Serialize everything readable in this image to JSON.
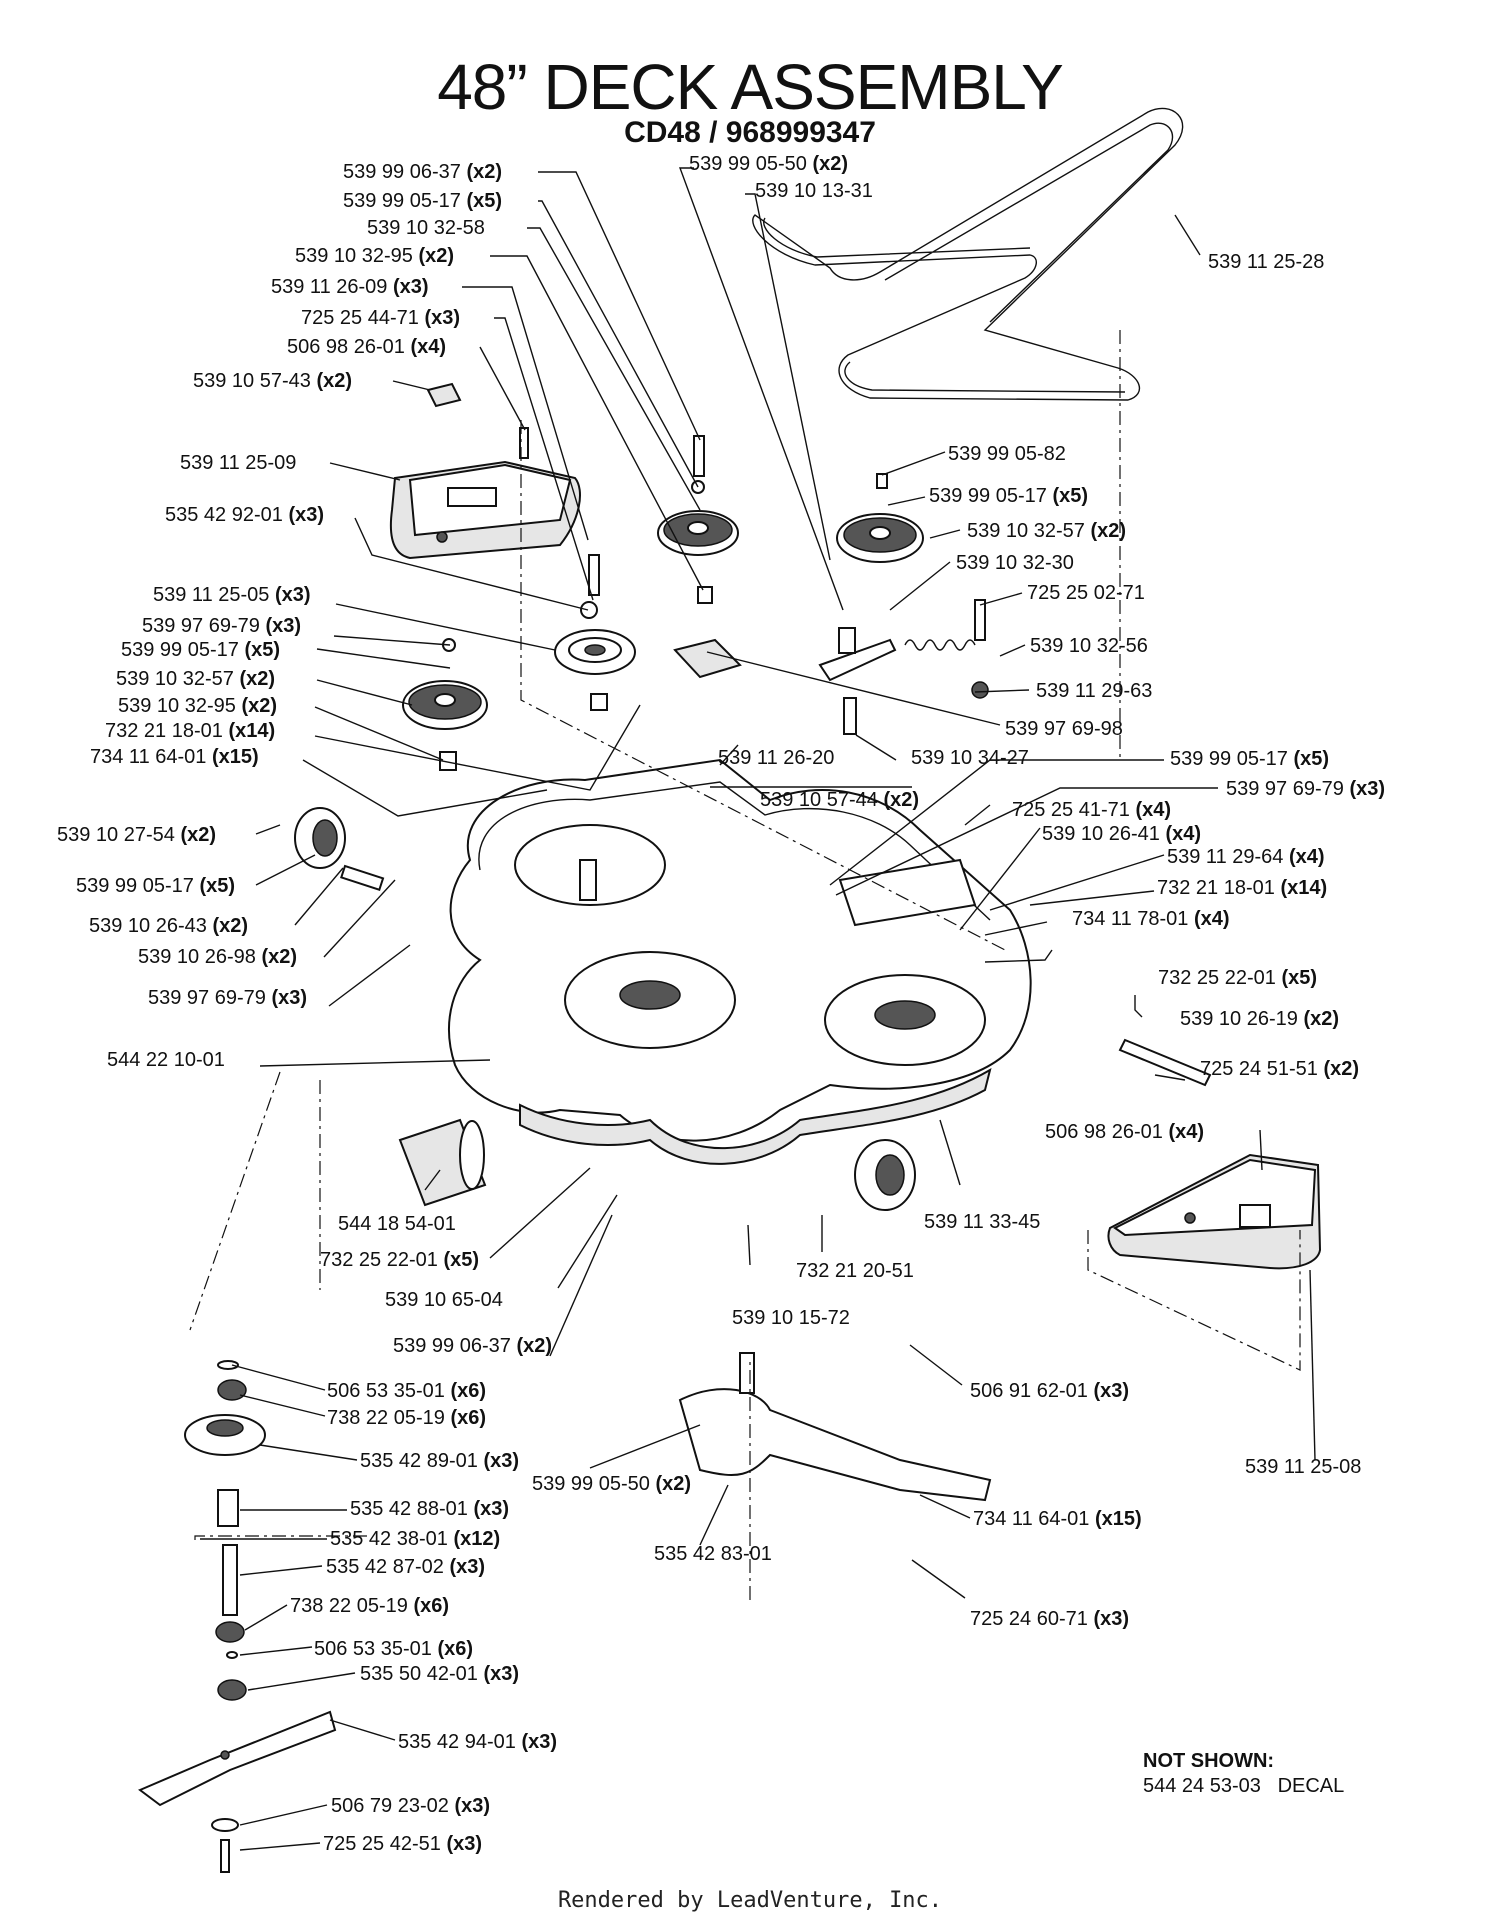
{
  "title": "48” DECK ASSEMBLY",
  "subtitle": "CD48 / 968999347",
  "footer": "Rendered by LeadVenture, Inc.",
  "not_shown": {
    "heading": "NOT SHOWN:",
    "part": "544 24 53-03",
    "desc": "DECAL"
  },
  "callouts": [
    {
      "num": "539 99 06-37",
      "qty": "(x2)"
    },
    {
      "num": "539 99 05-17",
      "qty": "(x5)"
    },
    {
      "num": "539 10 32-58",
      "qty": ""
    },
    {
      "num": "539 10 32-95",
      "qty": "(x2)"
    },
    {
      "num": "539 11 26-09",
      "qty": "(x3)"
    },
    {
      "num": "725 25 44-71",
      "qty": "(x3)"
    },
    {
      "num": "506 98 26-01",
      "qty": "(x4)"
    },
    {
      "num": "539 10 57-43",
      "qty": "(x2)"
    },
    {
      "num": "539 11 25-09",
      "qty": ""
    },
    {
      "num": "535 42 92-01",
      "qty": "(x3)"
    },
    {
      "num": "539 11 25-05",
      "qty": "(x3)"
    },
    {
      "num": "539 97 69-79",
      "qty": "(x3)"
    },
    {
      "num": "539 99 05-17",
      "qty": "(x5)"
    },
    {
      "num": "539 10 32-57",
      "qty": "(x2)"
    },
    {
      "num": "539 10 32-95",
      "qty": "(x2)"
    },
    {
      "num": "732 21 18-01",
      "qty": "(x14)"
    },
    {
      "num": "734 11 64-01",
      "qty": "(x15)"
    },
    {
      "num": "539 10 27-54",
      "qty": "(x2)"
    },
    {
      "num": "539 99 05-17",
      "qty": "(x5)"
    },
    {
      "num": "539 10 26-43",
      "qty": "(x2)"
    },
    {
      "num": "539 10 26-98",
      "qty": "(x2)"
    },
    {
      "num": "539 97 69-79",
      "qty": "(x3)"
    },
    {
      "num": "544 22 10-01",
      "qty": ""
    },
    {
      "num": "544 18 54-01",
      "qty": ""
    },
    {
      "num": "732 25 22-01",
      "qty": "(x5)"
    },
    {
      "num": "539 10 65-04",
      "qty": ""
    },
    {
      "num": "539 99 06-37",
      "qty": "(x2)"
    },
    {
      "num": "539 99 05-50",
      "qty": "(x2)"
    },
    {
      "num": "539 10 13-31",
      "qty": ""
    },
    {
      "num": "539 11 25-28",
      "qty": ""
    },
    {
      "num": "539 99 05-82",
      "qty": ""
    },
    {
      "num": "539 99 05-17",
      "qty": "(x5)"
    },
    {
      "num": "539 10 32-57",
      "qty": "(x2)"
    },
    {
      "num": "539 10 32-30",
      "qty": ""
    },
    {
      "num": "725 25 02-71",
      "qty": ""
    },
    {
      "num": "539 10 32-56",
      "qty": ""
    },
    {
      "num": "539 11 29-63",
      "qty": ""
    },
    {
      "num": "539 97 69-98",
      "qty": ""
    },
    {
      "num": "539 11 26-20",
      "qty": ""
    },
    {
      "num": "539 10 34-27",
      "qty": ""
    },
    {
      "num": "539 10 57-44",
      "qty": "(x2)"
    },
    {
      "num": "539 99 05-17",
      "qty": "(x5)"
    },
    {
      "num": "539 97 69-79",
      "qty": "(x3)"
    },
    {
      "num": "725 25 41-71",
      "qty": "(x4)"
    },
    {
      "num": "539 10 26-41",
      "qty": "(x4)"
    },
    {
      "num": "539 11 29-64",
      "qty": "(x4)"
    },
    {
      "num": "732 21 18-01",
      "qty": "(x14)"
    },
    {
      "num": "734 11 78-01",
      "qty": "(x4)"
    },
    {
      "num": "732 25 22-01",
      "qty": "(x5)"
    },
    {
      "num": "539 10 26-19",
      "qty": "(x2)"
    },
    {
      "num": "725 24 51-51",
      "qty": "(x2)"
    },
    {
      "num": "506 98 26-01",
      "qty": "(x4)"
    },
    {
      "num": "539 11 33-45",
      "qty": ""
    },
    {
      "num": "732 21 20-51",
      "qty": ""
    },
    {
      "num": "539 10 15-72",
      "qty": ""
    },
    {
      "num": "506 91 62-01",
      "qty": "(x3)"
    },
    {
      "num": "539 11 25-08",
      "qty": ""
    },
    {
      "num": "506 53 35-01",
      "qty": "(x6)"
    },
    {
      "num": "738 22 05-19",
      "qty": "(x6)"
    },
    {
      "num": "535 42 89-01",
      "qty": "(x3)"
    },
    {
      "num": "539 99 05-50",
      "qty": "(x2)"
    },
    {
      "num": "535 42 88-01",
      "qty": "(x3)"
    },
    {
      "num": "535 42 38-01",
      "qty": "(x12)"
    },
    {
      "num": "535 42 87-02",
      "qty": "(x3)"
    },
    {
      "num": "535 42 83-01",
      "qty": ""
    },
    {
      "num": "738 22 05-19",
      "qty": "(x6)"
    },
    {
      "num": "506 53 35-01",
      "qty": "(x6)"
    },
    {
      "num": "535 50 42-01",
      "qty": "(x3)"
    },
    {
      "num": "734 11 64-01",
      "qty": "(x15)"
    },
    {
      "num": "535 42 94-01",
      "qty": "(x3)"
    },
    {
      "num": "725 24 60-71",
      "qty": "(x3)"
    },
    {
      "num": "506 79 23-02",
      "qty": "(x3)"
    },
    {
      "num": "725 25 42-51",
      "qty": "(x3)"
    }
  ]
}
